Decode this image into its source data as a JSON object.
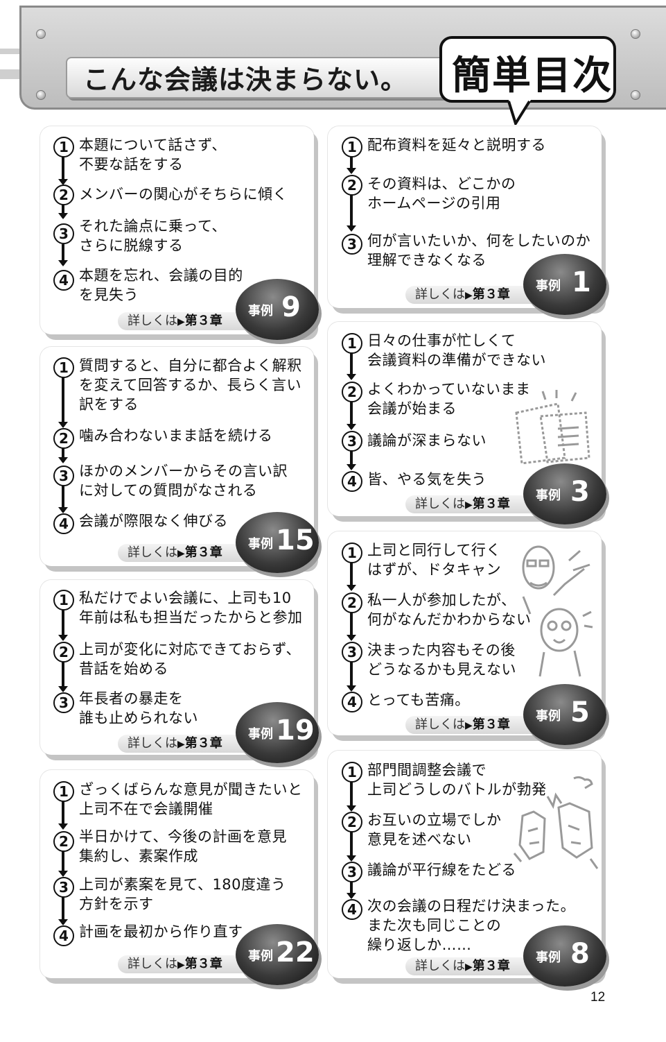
{
  "header": {
    "title": "こんな会議は決まらない。",
    "toc_label": "簡単目次"
  },
  "cards": {
    "case9": {
      "steps": [
        "本題について話さず、\n不要な話をする",
        "メンバーの関心がそちらに傾く",
        "それた論点に乗って、\nさらに脱線する",
        "本題を忘れ、会議の目的\nを見失う"
      ],
      "detail": "詳しくは",
      "chapter": "第３章",
      "case_label": "事例",
      "case_number": "9"
    },
    "case1": {
      "steps": [
        "配布資料を延々と説明する",
        "その資料は、どこかの\nホームページの引用",
        "何が言いたいか、何をしたいのか\n理解できなくなる"
      ],
      "detail": "詳しくは",
      "chapter": "第３章",
      "case_label": "事例",
      "case_number": "1"
    },
    "case15": {
      "steps": [
        "質問すると、自分に都合よく解釈\nを変えて回答するか、長らく言い\n訳をする",
        "噛み合わないまま話を続ける",
        "ほかのメンバーからその言い訳\nに対しての質問がなされる",
        "会議が際限なく伸びる"
      ],
      "detail": "詳しくは",
      "chapter": "第３章",
      "case_label": "事例",
      "case_number": "15"
    },
    "case3": {
      "steps": [
        "日々の仕事が忙しくて\n会議資料の準備ができない",
        "よくわかっていないまま\n会議が始まる",
        "議論が深まらない",
        "皆、やる気を失う"
      ],
      "detail": "詳しくは",
      "chapter": "第３章",
      "case_label": "事例",
      "case_number": "3"
    },
    "case19": {
      "steps": [
        "私だけでよい会議に、上司も10\n年前は私も担当だったからと参加",
        "上司が変化に対応できておらず、\n昔話を始める",
        "年長者の暴走を\n誰も止められない"
      ],
      "detail": "詳しくは",
      "chapter": "第３章",
      "case_label": "事例",
      "case_number": "19"
    },
    "case5": {
      "steps": [
        "上司と同行して行く\nはずが、ドタキャン",
        "私一人が参加したが、\n何がなんだかわからない",
        "決まった内容もその後\nどうなるかも見えない",
        "とっても苦痛。"
      ],
      "detail": "詳しくは",
      "chapter": "第３章",
      "case_label": "事例",
      "case_number": "5"
    },
    "case22": {
      "steps": [
        "ざっくばらんな意見が聞きたいと\n上司不在で会議開催",
        "半日かけて、今後の計画を意見\n集約し、素案作成",
        "上司が素案を見て、180度違う\n方針を示す",
        "計画を最初から作り直す"
      ],
      "detail": "詳しくは",
      "chapter": "第３章",
      "case_label": "事例",
      "case_number": "22"
    },
    "case8": {
      "steps": [
        "部門間調整会議で\n上司どうしのバトルが勃発",
        "お互いの立場でしか\n意見を述べない",
        "議論が平行線をたどる",
        "次の会議の日程だけ決まった。\nまた次も同じことの\n繰り返しか……"
      ],
      "detail": "詳しくは",
      "chapter": "第３章",
      "case_label": "事例",
      "case_number": "8"
    }
  },
  "page_number": "12"
}
